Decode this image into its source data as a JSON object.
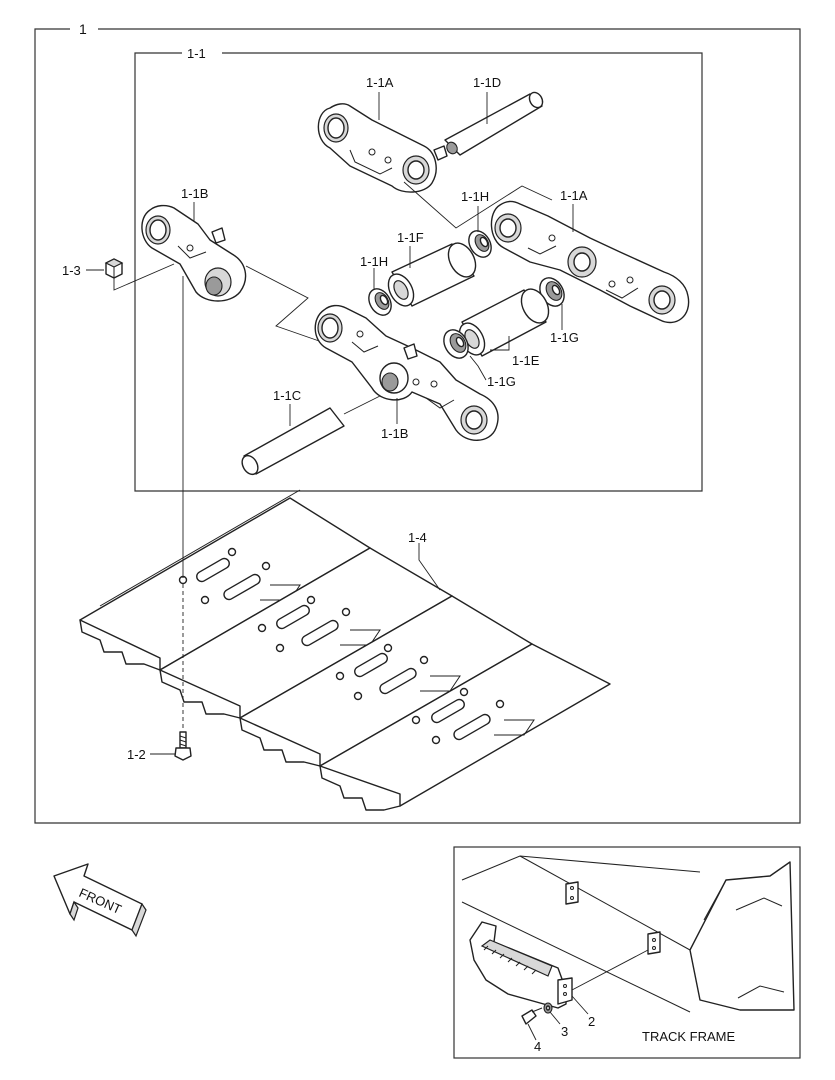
{
  "assembly_label": "1",
  "subassembly_label": "1-1",
  "callouts": {
    "link_a_top": "1-1A",
    "pin_d": "1-1D",
    "link_b_left": "1-1B",
    "seal_h_top": "1-1H",
    "link_a_right": "1-1A",
    "bushing_f": "1-1F",
    "seal_h_left": "1-1H",
    "nut": "1-3",
    "seal_g_right": "1-1G",
    "bushing_e": "1-1E",
    "seal_g_lower": "1-1G",
    "pin_c": "1-1C",
    "link_b_lower": "1-1B",
    "shoe": "1-4",
    "bolt": "1-2"
  },
  "front_arrow_label": "FRONT",
  "inset": {
    "title": "TRACK FRAME",
    "callouts": {
      "plate": "2",
      "washer": "3",
      "bolt": "4"
    }
  }
}
